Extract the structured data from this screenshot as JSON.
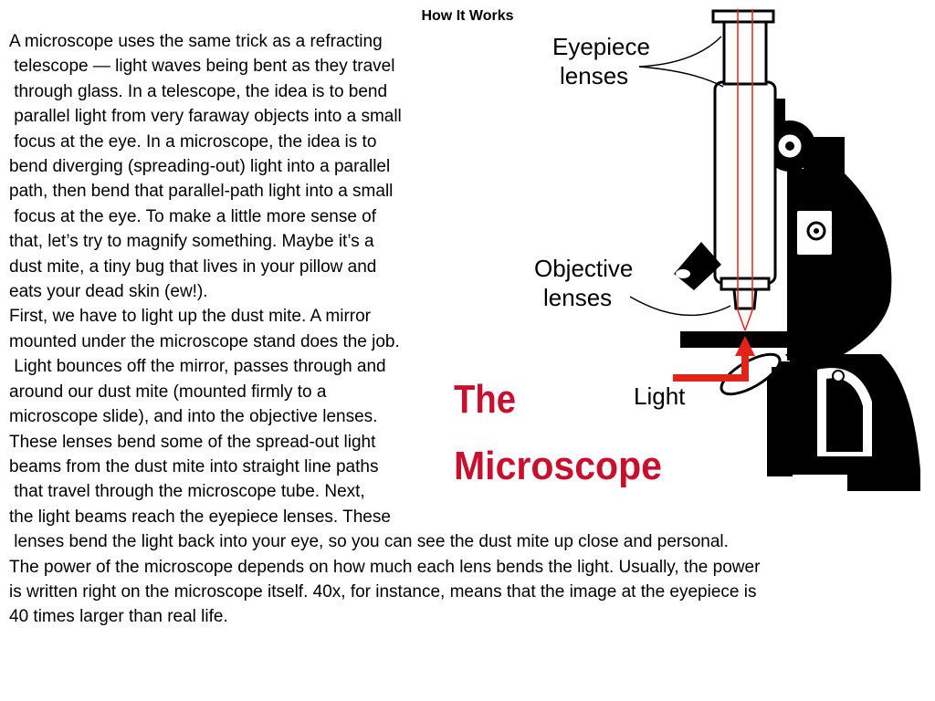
{
  "heading": "How It Works",
  "lines": [
    "A microscope uses the same trick as a refracting",
    " telescope — light waves being bent as they travel",
    " through glass. In a telescope, the idea is to bend",
    " parallel light from very faraway objects into a small",
    " focus at the eye. In a microscope, the idea is to",
    "bend diverging (spreading-out) light into a parallel",
    "path, then bend that parallel-path light into a small",
    " focus at the eye. To make a little more sense of",
    "that, let’s try to magnify something. Maybe it’s a",
    "dust mite, a tiny bug that lives in your pillow and",
    "eats your dead skin (ew!).",
    "First, we have to light up the dust mite. A mirror",
    "mounted under the microscope stand does the job.",
    " Light bounces off the mirror, passes through and",
    "around our dust mite (mounted firmly to a",
    "microscope slide), and into the objective lenses.",
    "These lenses bend some of the spread-out light",
    "beams from the dust mite into straight line paths",
    " that travel through the microscope tube. Next,",
    "the light beams reach the eyepiece lenses. These",
    " lenses bend the light back into your eye, so you can see the dust mite up close and personal.",
    "The power of the microscope depends on how much each lens bends the light. Usually, the power",
    "is written right on the microscope itself. 40x, for instance, means that the image at the eyepiece is",
    "40 times larger than real life."
  ],
  "diagram": {
    "label_eyepiece_1": "Eyepiece",
    "label_eyepiece_2": "lenses",
    "label_objective_1": "Objective",
    "label_objective_2": "lenses",
    "label_light": "Light",
    "title_1": "The",
    "title_2": "Microscope",
    "colors": {
      "title_red": "#c8102e",
      "light_red": "#e2231a",
      "body_black": "#000000"
    }
  }
}
